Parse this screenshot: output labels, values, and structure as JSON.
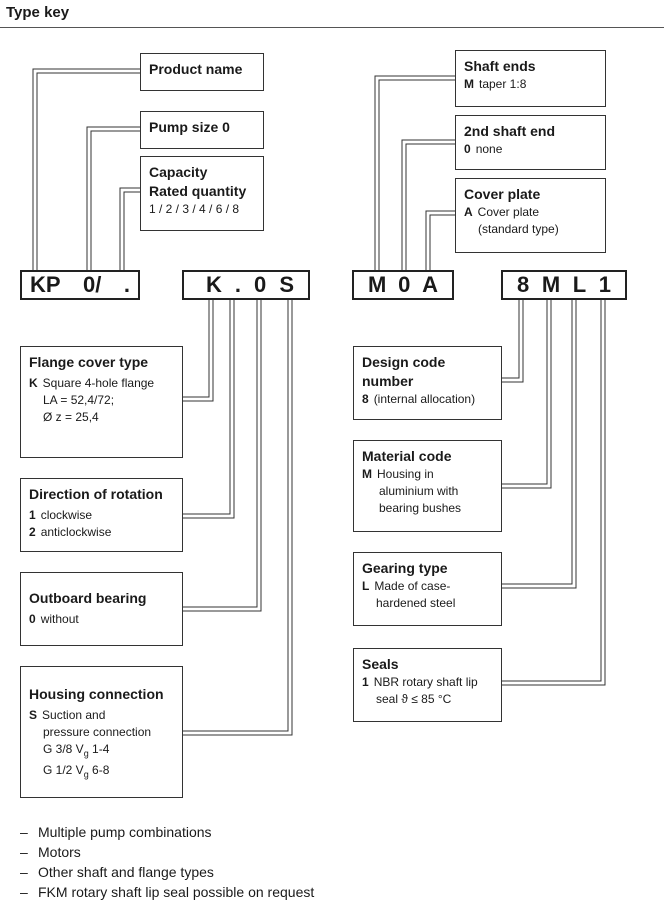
{
  "title": "Type key",
  "codes": {
    "left1": [
      "KP",
      "0/",
      "."
    ],
    "left2": [
      "K",
      ".",
      "0",
      "S"
    ],
    "right1": [
      "M",
      "0",
      "A"
    ],
    "right2": [
      "8",
      "M",
      "L",
      "1"
    ]
  },
  "boxes": {
    "product_name": {
      "heading": "Product name"
    },
    "pump_size": {
      "heading": "Pump size 0"
    },
    "capacity": {
      "heading1": "Capacity",
      "heading2": "Rated quantity",
      "values": "1 / 2 / 3 / 4 / 6 / 8"
    },
    "flange": {
      "heading": "Flange cover type",
      "key": "K",
      "line1": "Square 4-hole flange",
      "line2": "LA = 52,4/72;",
      "line3": "Ø z = 25,4"
    },
    "rotation": {
      "heading": "Direction of rotation",
      "k1": "1",
      "v1": "clockwise",
      "k2": "2",
      "v2": "anticlockwise"
    },
    "outboard": {
      "heading": "Outboard bearing",
      "key": "0",
      "value": "without"
    },
    "housing": {
      "heading": "Housing connection",
      "key": "S",
      "line1": "Suction and",
      "line2": "pressure connection",
      "line3a": "G 3/8 V",
      "line3b": " 1-4",
      "line4a": "G 1/2 V",
      "line4b": " 6-8",
      "sub": "g"
    },
    "shaft_ends": {
      "heading": "Shaft ends",
      "key": "M",
      "value": "taper 1:8"
    },
    "shaft_end2": {
      "heading": "2nd shaft end",
      "key": "0",
      "value": "none"
    },
    "cover": {
      "heading": "Cover plate",
      "key": "A",
      "line1": "Cover plate",
      "line2": "(standard type)"
    },
    "design": {
      "heading1": "Design code",
      "heading2": "number",
      "key": "8",
      "value": "(internal allocation)"
    },
    "material": {
      "heading": "Material code",
      "key": "M",
      "line1": "Housing in",
      "line2": "aluminium with",
      "line3": "bearing bushes"
    },
    "gearing": {
      "heading": "Gearing type",
      "key": "L",
      "line1": "Made of case-",
      "line2": "hardened steel"
    },
    "seals": {
      "heading": "Seals",
      "key": "1",
      "line1": "NBR rotary shaft lip",
      "line2": "seal ϑ ≤  85 °C"
    }
  },
  "notes": [
    "Multiple pump combinations",
    "Motors",
    "Other shaft and flange types",
    "FKM rotary shaft lip seal possible on request"
  ],
  "note_dash": "–"
}
